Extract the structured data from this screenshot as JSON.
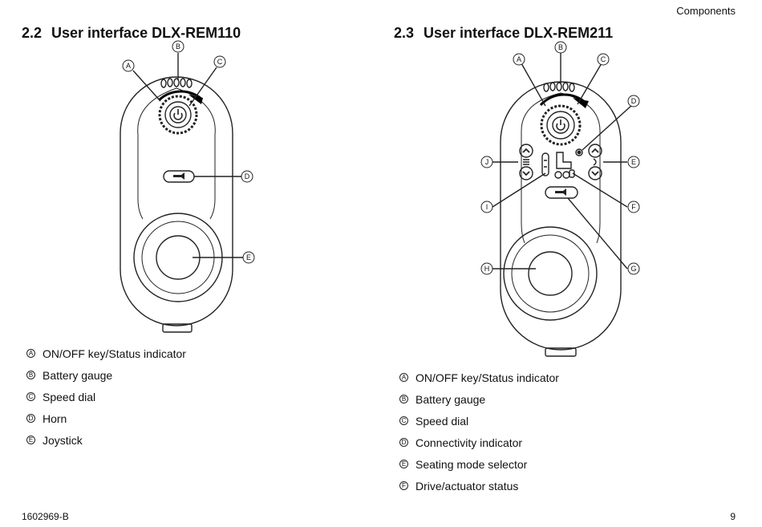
{
  "header": {
    "section": "Components"
  },
  "left": {
    "number": "2.2",
    "title": "User interface DLX-REM110",
    "callouts": [
      "A",
      "B",
      "C",
      "D",
      "E"
    ],
    "legend": [
      {
        "key": "A",
        "label": "ON/OFF key/Status indicator"
      },
      {
        "key": "B",
        "label": "Battery gauge"
      },
      {
        "key": "C",
        "label": "Speed dial"
      },
      {
        "key": "D",
        "label": "Horn"
      },
      {
        "key": "E",
        "label": "Joystick"
      }
    ]
  },
  "right": {
    "number": "2.3",
    "title": "User interface DLX-REM211",
    "callouts": [
      "A",
      "B",
      "C",
      "D",
      "E",
      "F",
      "G",
      "H",
      "I",
      "J"
    ],
    "legend": [
      {
        "key": "A",
        "label": "ON/OFF key/Status indicator"
      },
      {
        "key": "B",
        "label": "Battery gauge"
      },
      {
        "key": "C",
        "label": "Speed dial"
      },
      {
        "key": "D",
        "label": "Connectivity indicator"
      },
      {
        "key": "E",
        "label": "Seating mode selector"
      },
      {
        "key": "F",
        "label": "Drive/actuator status"
      }
    ]
  },
  "footer": {
    "doc_id": "1602969-B",
    "page": "9"
  }
}
